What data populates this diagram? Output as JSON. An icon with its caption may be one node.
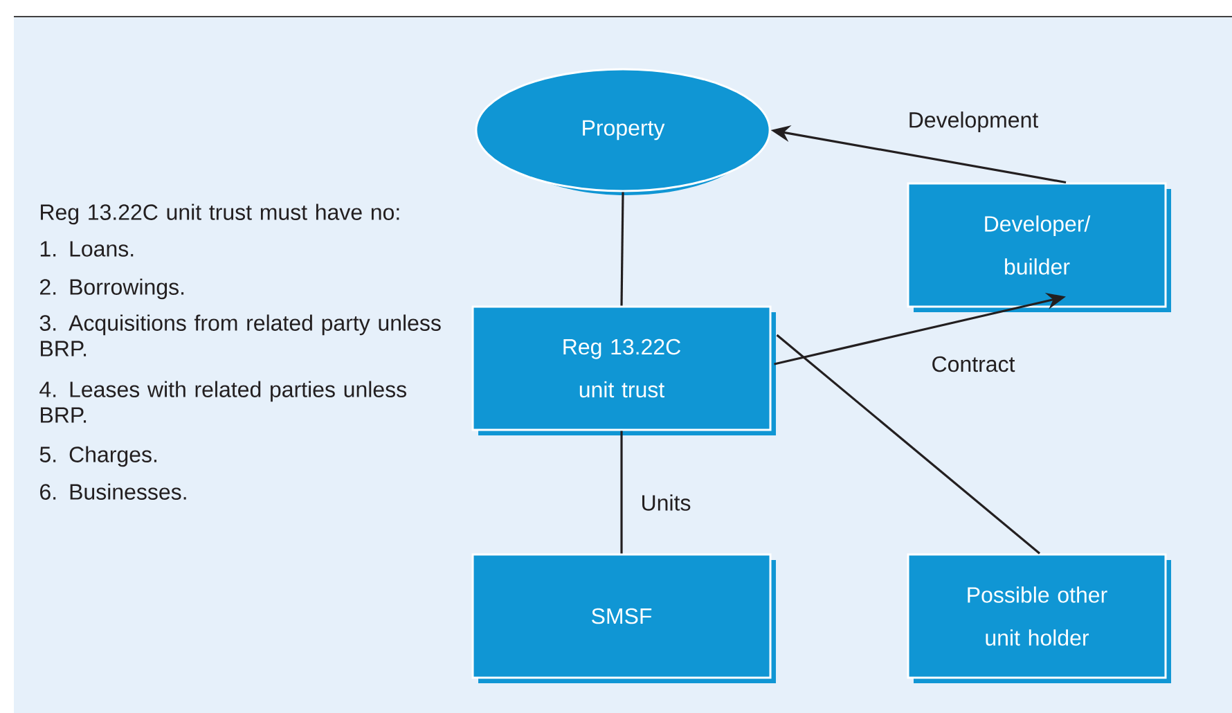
{
  "diagram": {
    "nodes": [
      {
        "text": [
          "Property"
        ]
      },
      {
        "text": [
          "Developer/ builder"
        ]
      },
      {
        "text": [
          "Reg 13.22C unit trust"
        ]
      },
      {
        "text": [
          "SMSF"
        ]
      },
      {
        "text": [
          "Possible other unit holder"
        ]
      }
    ],
    "edges": [
      {
        "from": 1,
        "to": 0,
        "arrow": "to",
        "label": "Development"
      },
      {
        "from": 0,
        "to": 2,
        "arrow": "none"
      },
      {
        "from": 2,
        "to": 1,
        "arrow": "to",
        "label": "Contract"
      },
      {
        "from": 2,
        "to": 3,
        "arrow": "none",
        "label": "Units"
      },
      {
        "from": 2,
        "to": 4,
        "arrow": "none"
      }
    ],
    "labels": [
      "Reg 13.22C unit trust must have no:",
      "1. Loans.",
      "2. Borrowings.",
      "3. Acquisitions from related party unless BRP.",
      "4. Leases with related parties unless BRP.",
      "5. Charges.",
      "6. Businesses."
    ]
  }
}
